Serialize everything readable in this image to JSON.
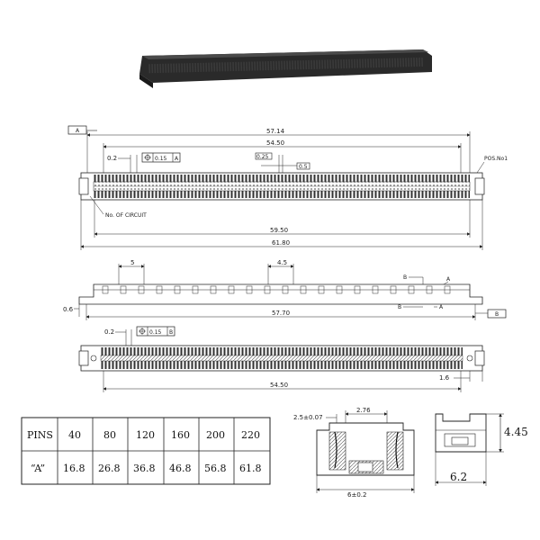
{
  "labels": {
    "datum_a": "A",
    "datum_b": "B",
    "pos_no1": "POS.No1",
    "no_of_circuit": "No. OF CIRCUIT",
    "tol1": "0.15",
    "tol1_ref": "A",
    "tol2": "0.15",
    "tol2_ref": "B",
    "box_025": "0.25",
    "box_05": "0.5",
    "sect_b": "B",
    "sect_a": "A"
  },
  "dims": {
    "d5714": "57.14",
    "d5450a": "54.50",
    "d02a": "0.2",
    "d5950": "59.50",
    "d6180": "61.80",
    "d5": "5",
    "d45": "4.5",
    "d06": "0.6",
    "d5770": "57.70",
    "d02b": "0.2",
    "d5450b": "54.50",
    "d16": "1.6",
    "d25": "2.5±0.07",
    "d276": "2.76",
    "d6": "6±0.2",
    "d445": "4.45",
    "d62": "6.2"
  },
  "table": {
    "header": "PINS",
    "row_label": "“A”",
    "pins": [
      "40",
      "80",
      "120",
      "160",
      "200",
      "220"
    ],
    "a_values": [
      "16.8",
      "26.8",
      "36.8",
      "46.8",
      "56.8",
      "61.8"
    ]
  }
}
